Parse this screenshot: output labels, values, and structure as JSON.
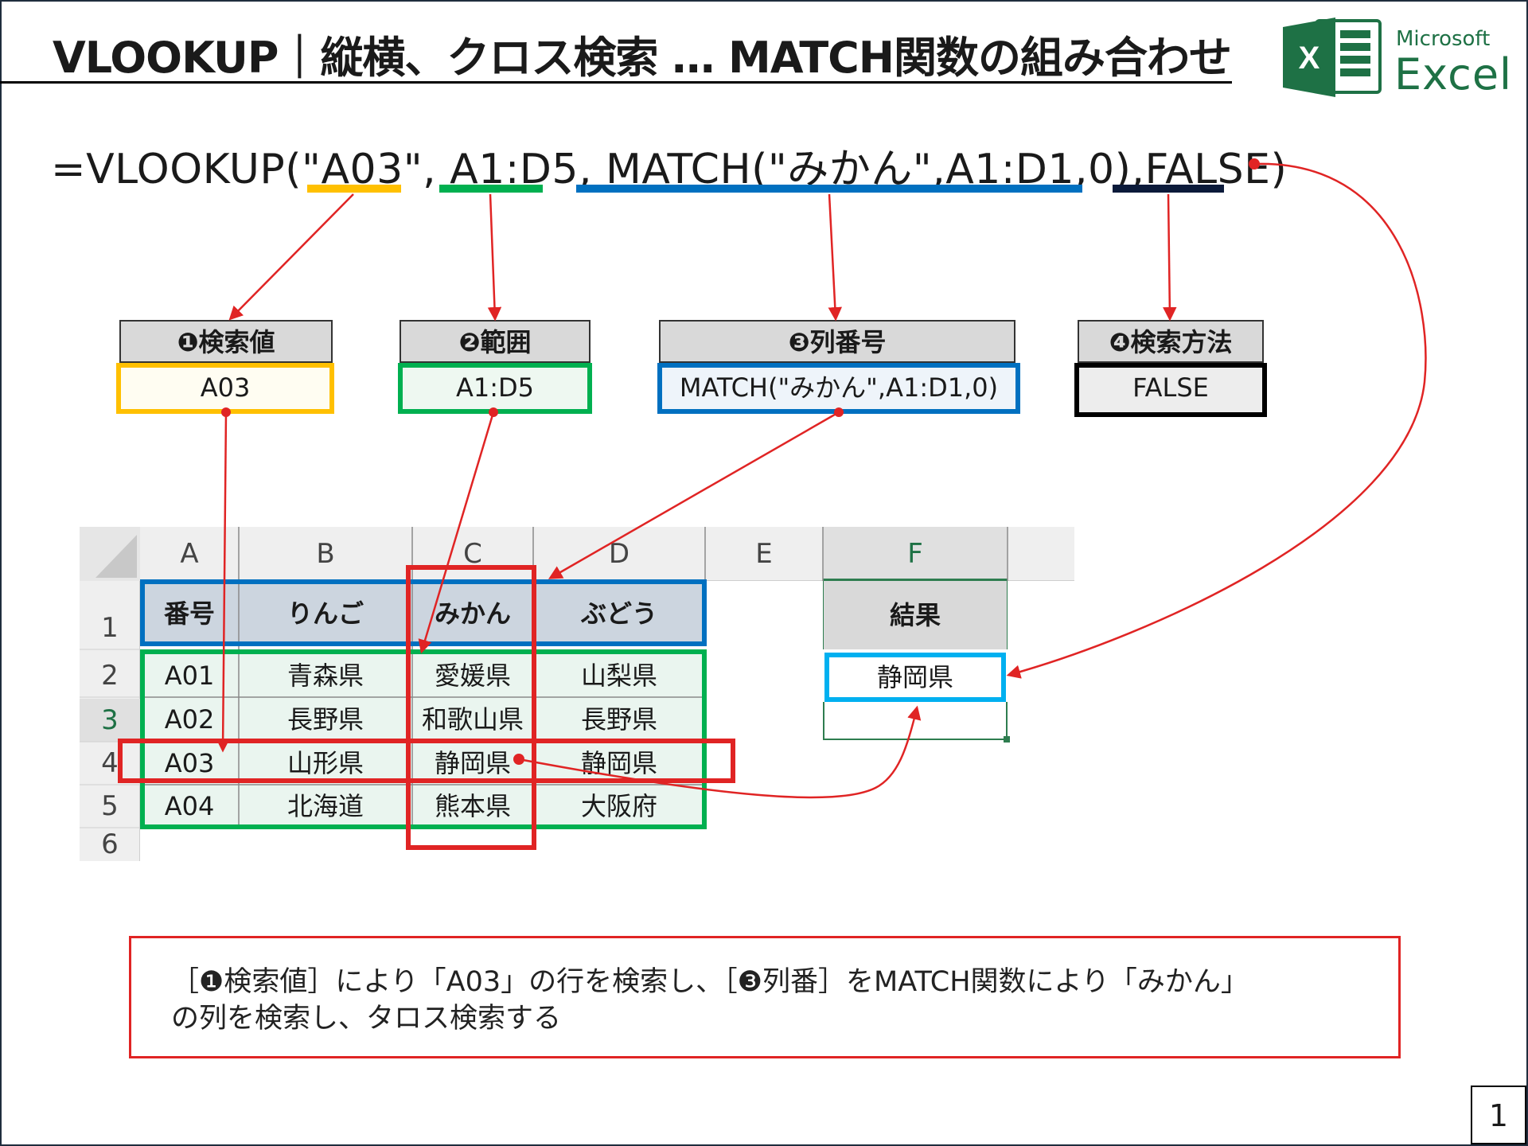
{
  "title": "VLOOKUP｜縦横、クロス検索 … MATCH関数の組み合わせ",
  "logo": {
    "microsoft": "Microsoft",
    "excel": "Excel",
    "badge": "X"
  },
  "formula": {
    "prefix": "=VLOOKUP(",
    "arg1": "\"A03\"",
    "sep1": ", ",
    "arg2": "A1:D5",
    "sep2": ", ",
    "arg3": "MATCH(\"みかん\",A1:D1,0)",
    "sep3": ",",
    "arg4": "FALSE",
    "suffix": ")"
  },
  "params": [
    {
      "label": "❶検索値",
      "value": "A03",
      "color": "#FFC000"
    },
    {
      "label": "❷範囲",
      "value": "A1:D5",
      "color": "#00B050"
    },
    {
      "label": "❸列番号",
      "value": "MATCH(\"みかん\",A1:D1,0)",
      "color": "#0070C0"
    },
    {
      "label": "❹検索方法",
      "value": "FALSE",
      "color": "#000000"
    }
  ],
  "sheet": {
    "columns": [
      "A",
      "B",
      "C",
      "D",
      "E",
      "F"
    ],
    "rows": [
      "1",
      "2",
      "3",
      "4",
      "5",
      "6"
    ],
    "header": [
      "番号",
      "りんご",
      "みかん",
      "ぶどう"
    ],
    "data": [
      [
        "A01",
        "青森県",
        "愛媛県",
        "山梨県"
      ],
      [
        "A02",
        "長野県",
        "和歌山県",
        "長野県"
      ],
      [
        "A03",
        "山形県",
        "静岡県",
        "静岡県"
      ],
      [
        "A04",
        "北海道",
        "熊本県",
        "大阪府"
      ]
    ],
    "result_header": "結果",
    "result_value": "静岡県"
  },
  "note": {
    "line1": "［❶検索値］により「A03」の行を検索し、［❸列番］をMATCH関数により「みかん」",
    "line2": "の列を検索し、タロス検索する"
  },
  "page_number": "1",
  "colors": {
    "red": "#E02424",
    "yellow": "#FFC000",
    "green": "#00B050",
    "blue": "#0070C0",
    "cyan": "#00B0F0",
    "excel_green": "#1E7145"
  }
}
